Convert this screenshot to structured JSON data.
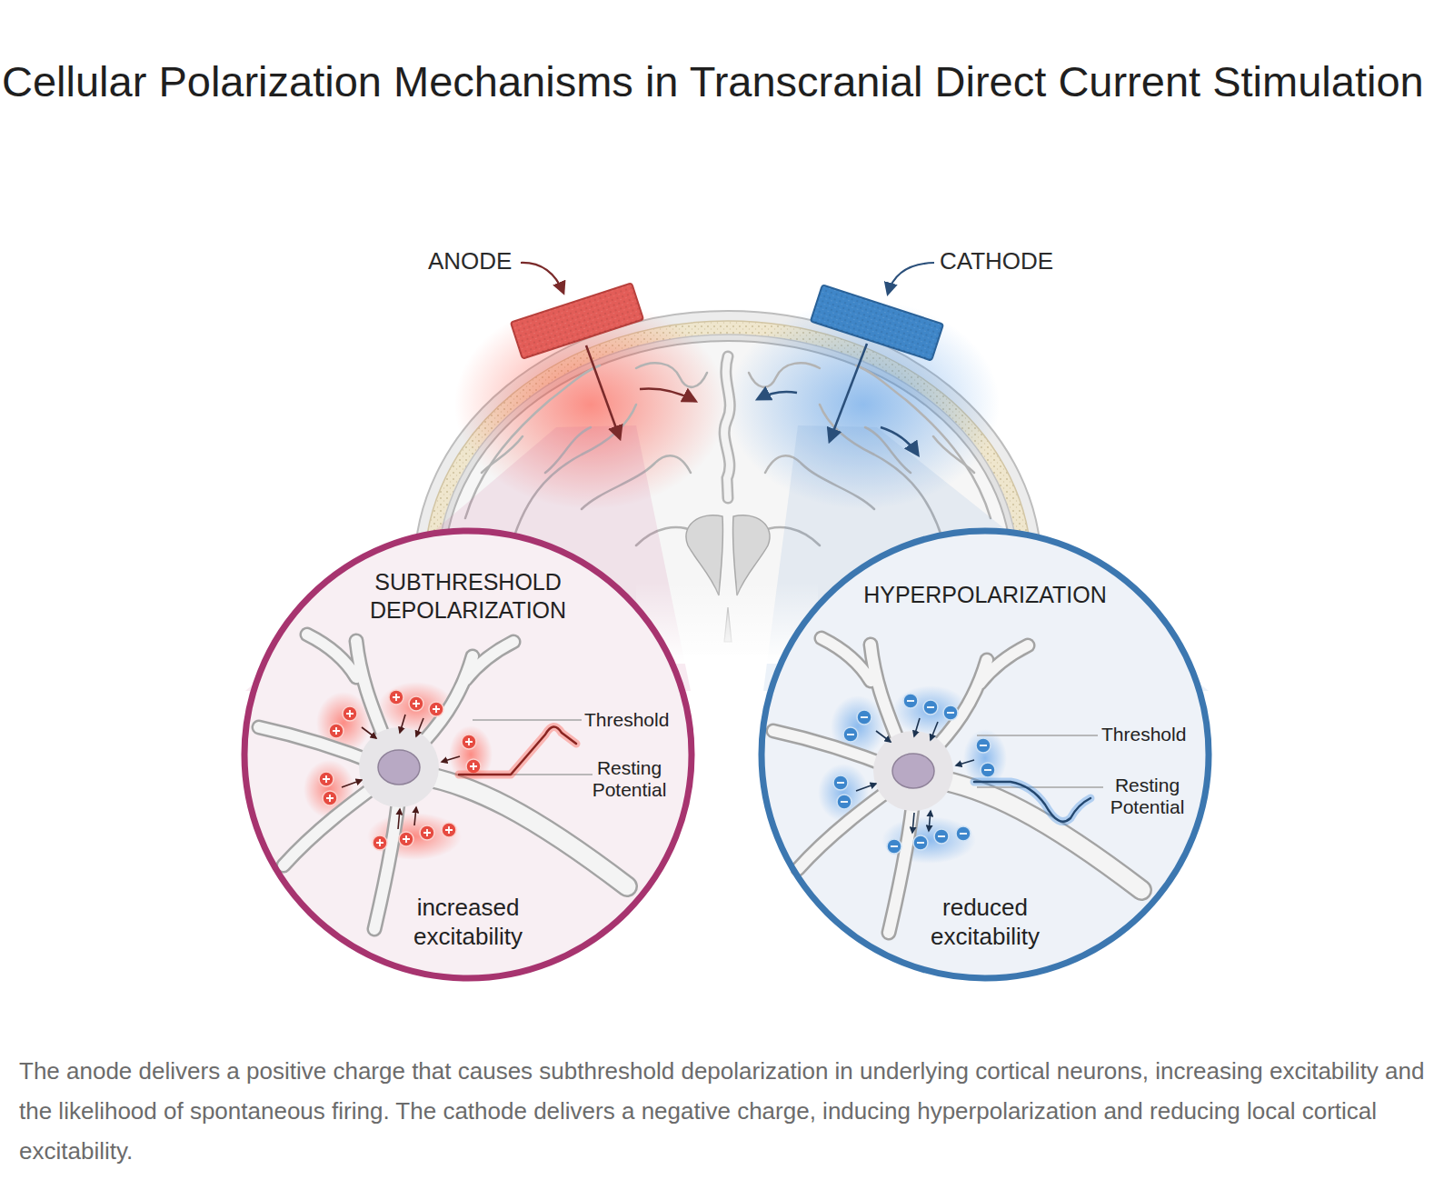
{
  "diagram": {
    "title": "Cellular Polarization Mechanisms in Transcranial Direct Current Stimulation",
    "caption": "The anode delivers a positive charge that causes subthreshold depolarization in underlying cortical neurons, increasing excitability and the likelihood of spontaneous firing. The cathode delivers a negative charge, inducing hyperpolarization and reducing local cortical excitability.",
    "nodes": [
      {
        "text": [
          "ANODE"
        ]
      },
      {
        "text": [
          "CATHODE"
        ]
      },
      {
        "text": [
          "SUBTHRESHOLD DEPOLARIZATION",
          "Threshold",
          "Resting Potential",
          "increased excitability"
        ]
      },
      {
        "text": [
          "HYPERPOLARIZATION",
          "Threshold",
          "Resting Potential",
          "reduced excitability"
        ]
      }
    ]
  }
}
